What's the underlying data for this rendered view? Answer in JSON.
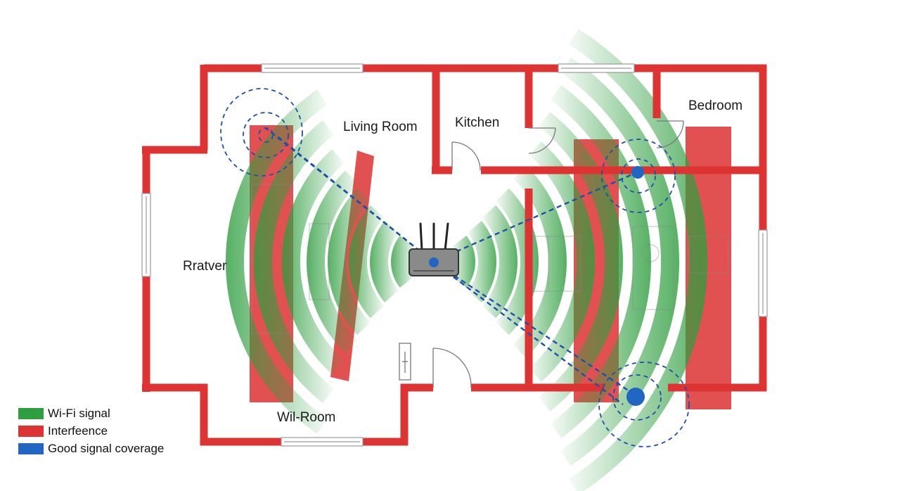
{
  "rooms": {
    "living_room": "Living Room",
    "kitchen": "Kitchen",
    "bedroom": "Bedroom",
    "left_room": "Rratver",
    "bottom_room": "Wil-Room"
  },
  "legend": [
    {
      "label": "Wi-Fi signal",
      "color": "#2e9e3f"
    },
    {
      "label": "Interfeence",
      "color": "#dd3333"
    },
    {
      "label": "Good signal coverage",
      "color": "#2266c4"
    }
  ],
  "colors": {
    "wall": "#dd3333",
    "signal": "#2e9e3f",
    "interference": "#dd3333",
    "coverage": "#2266c4",
    "router": "#888888"
  }
}
